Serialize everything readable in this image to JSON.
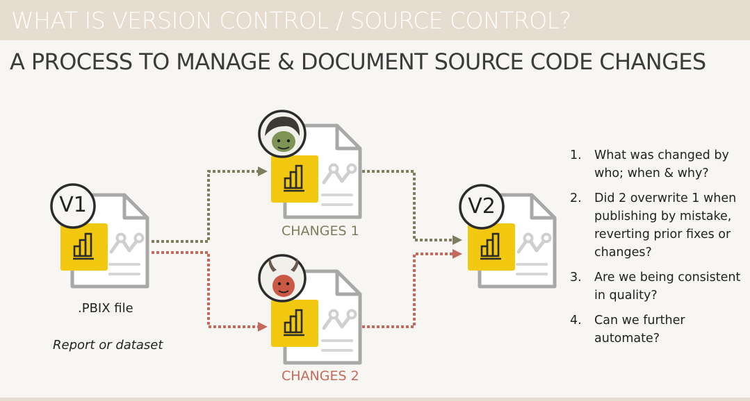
{
  "banner": {
    "title": "WHAT IS VERSION CONTROL / SOURCE CONTROL?"
  },
  "subtitle": "A PROCESS TO MANAGE & DOCUMENT SOURCE CODE CHANGES",
  "nodes": {
    "v1": {
      "badge": "V1",
      "file_label": ".PBIX file",
      "caption": "Report or dataset"
    },
    "changes1": {
      "label": "CHANGES 1"
    },
    "changes2": {
      "label": "CHANGES 2"
    },
    "v2": {
      "badge": "V2"
    }
  },
  "questions": [
    {
      "num": "1.",
      "text": "What was changed by who; when & why?"
    },
    {
      "num": "2.",
      "text": "Did 2 overwrite 1 when publishing by mistake, reverting prior fixes or changes?"
    },
    {
      "num": "3.",
      "text": "Are we being consistent in quality?"
    },
    {
      "num": "4.",
      "text": "Can we further automate?"
    }
  ],
  "colors": {
    "page_bg": "#f7f6f3",
    "banner_bg": "#e6ddd0",
    "icon_yellow": "#f2c811",
    "path_olive": "#7e7c5c",
    "path_red": "#c36a5c",
    "doc_gray": "#a8a8a8"
  },
  "icons": [
    "powerbi-report-icon",
    "document-icon",
    "avatar-goblin-icon",
    "avatar-demon-icon"
  ]
}
